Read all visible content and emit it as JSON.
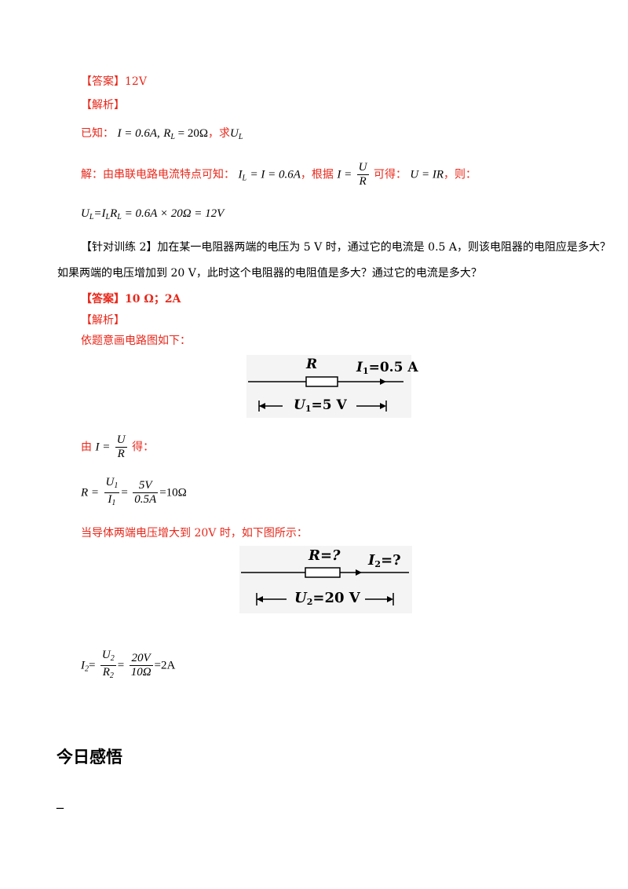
{
  "answer1": {
    "label": "【答案】",
    "value": "12V"
  },
  "analysis1": {
    "label": "【解析】"
  },
  "known": {
    "prefix": "已知：",
    "eq_I": "I = 0.6A",
    "eq_R": "R",
    "eq_R_sub": "L",
    "eq_R_val": " = 20Ω",
    "sep": "，",
    "ask": "求",
    "ask_var": "U",
    "ask_sub": "L"
  },
  "solution": {
    "prefix": "解：由串联电路电流特点可知：",
    "eq1": "= I = 0.6A",
    "mid": "，根据",
    "eq2_left": "I =",
    "eq2_num": "U",
    "eq2_den": "R",
    "then": "可得：",
    "eq3": "U = IR",
    "end": "，则："
  },
  "result1": {
    "text": "=I",
    "rest": " = 0.6A × 20Ω = 12V"
  },
  "training2": {
    "tag": "【针对训练 2】",
    "line1": "加在某一电阻器两端的电压为 5 V 时，通过它的电流是 0.5 A，则该电阻器的电阻应是多大？",
    "line2": "如果两端的电压增加到 20 V，此时这个电阻器的电阻值是多大？通过它的电流是多大？"
  },
  "answer2": {
    "label": "【答案】",
    "value": "10 Ω；2A"
  },
  "analysis2": {
    "label": "【解析】"
  },
  "intro": "依题意画电路图如下：",
  "figure1": {
    "r_label": "R",
    "i_label": "I",
    "i_sub": "1",
    "i_val": "=0.5 A",
    "u_label": "U",
    "u_sub": "1",
    "u_val": "=5 V"
  },
  "by_law": {
    "prefix": "由",
    "left": "I =",
    "num": "U",
    "den": "R",
    "suffix": "得："
  },
  "calc_R": {
    "left": "R =",
    "num1": "U",
    "num1_sub": "1",
    "den1": "I",
    "den1_sub": "1",
    "eq": "=",
    "num2": "5V",
    "den2": "0.5A",
    "result": "=10Ω"
  },
  "when": "当导体两端电压增大到 20V 时，如下图所示：",
  "figure2": {
    "r_label": "R=?",
    "i_label": "I",
    "i_sub": "2",
    "i_val": "=?",
    "u_label": "U",
    "u_sub": "2",
    "u_val": "=20 V"
  },
  "calc_I2": {
    "left": "=",
    "var": "I",
    "var_sub": "2",
    "num1": "U",
    "num1_sub": "2",
    "den1": "R",
    "den1_sub": "2",
    "eq": "=",
    "num2": "20V",
    "den2": "10Ω",
    "result": "=2A"
  },
  "section": {
    "title": "今日感悟"
  },
  "blank_line": "_"
}
